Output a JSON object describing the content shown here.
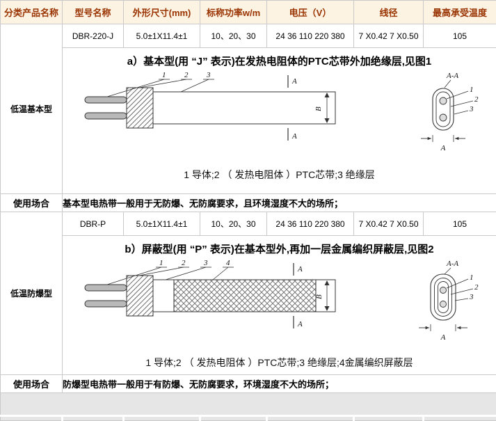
{
  "page": {
    "bg": "#ffffff",
    "accent": "#993300",
    "border": "#c9c9c9",
    "header_bg": "#fdf3e3",
    "footer_bg": "#e6e6e6"
  },
  "table": {
    "headers": [
      "分类产品名称",
      "型号名称",
      "外形尺寸(mm)",
      "标称功率w/m",
      "电压（V）",
      "线径",
      "最高承受温度"
    ],
    "sections": [
      {
        "category": "低温基本型",
        "model": "DBR-220-J",
        "size": "5.0±1X11.4±1",
        "power": "10、20、30",
        "voltage": "24 36 110 220 380",
        "wire": "7 X0.42 7 X0.50",
        "max_temp": "105",
        "figure_title": "a）基本型(用 “J” 表示)在发热电阻体的PTC芯带外加绝缘层,见图1",
        "figure_caption": "1 导体;2 （ 发热电阻体 ）PTC芯带;3 绝缘层",
        "usage_label": "使用场合",
        "usage_text": "基本型电热带一般用于无防爆、无防腐要求，且环境湿度不大的场所；",
        "labels": {
          "n1": "1",
          "n2": "2",
          "n3": "3",
          "a": "A",
          "b": "B",
          "section": "A-A"
        }
      },
      {
        "category": "低温防爆型",
        "model": "DBR-P",
        "size": "5.0±1X11.4±1",
        "power": "10、20、30",
        "voltage": "24 36 110 220 380",
        "wire": "7 X0.42 7 X0.50",
        "max_temp": "105",
        "figure_title": "b）屏蔽型(用 “P” 表示)在基本型外,再加一层金属编织屏蔽层,见图2",
        "figure_caption": "1 导体;2 （ 发热电阻体 ）PTC芯带;3 绝缘层;4金属编织屏蔽层",
        "usage_label": "使用场合",
        "usage_text": "防爆型电热带一般用于有防爆、无防腐要求，环境湿度不大的场所；",
        "labels": {
          "n1": "1",
          "n2": "2",
          "n3": "3",
          "n4": "4",
          "a": "A",
          "b": "B",
          "section": "A-A"
        }
      }
    ]
  }
}
